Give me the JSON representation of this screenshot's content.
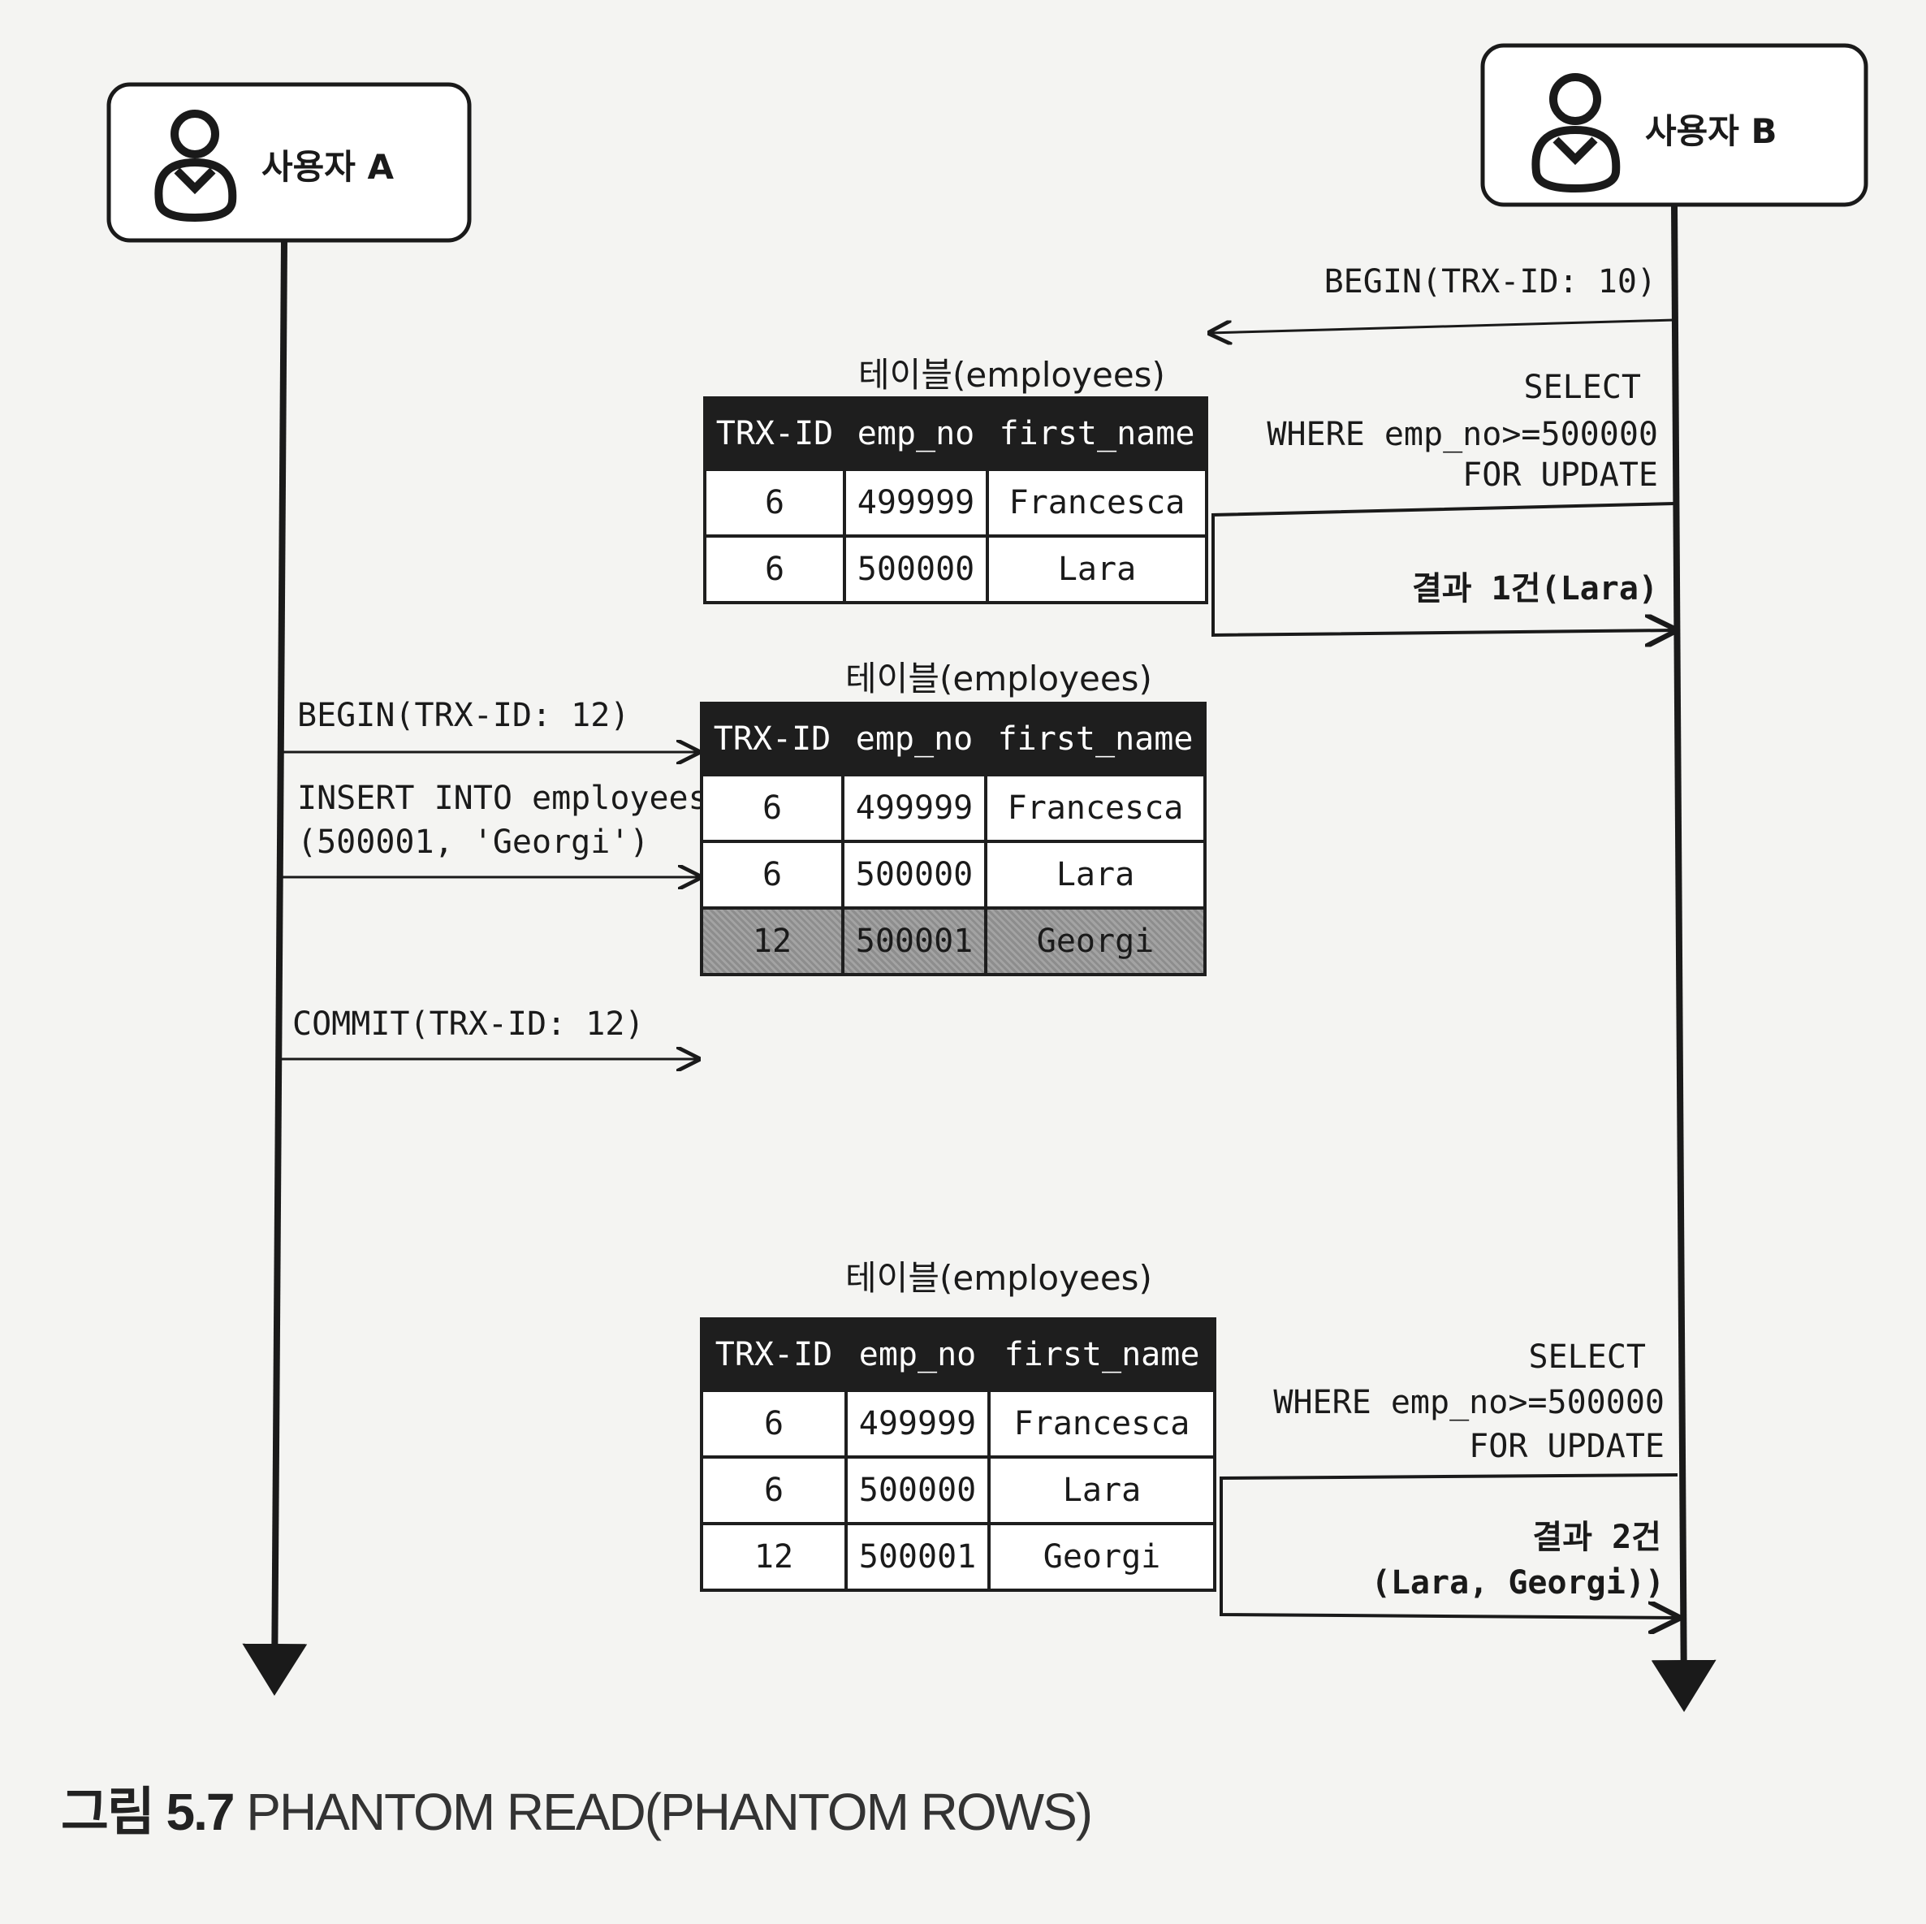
{
  "users": {
    "a": {
      "name": "사용자 A"
    },
    "b": {
      "name": "사용자 B"
    }
  },
  "user_b_events": {
    "begin": "BEGIN(TRX-ID: 10)",
    "select1": [
      "SELECT",
      "WHERE emp_no>=500000",
      "FOR UPDATE"
    ],
    "result1": "결과 1건(Lara)",
    "select2": [
      "SELECT",
      "WHERE emp_no>=500000",
      "FOR UPDATE"
    ],
    "result2": [
      "결과 2건",
      "(Lara, Georgi))"
    ]
  },
  "user_a_events": {
    "begin": "BEGIN(TRX-ID: 12)",
    "insert": [
      "INSERT INTO employees",
      "(500001, 'Georgi')"
    ],
    "commit": "COMMIT(TRX-ID: 12)"
  },
  "tables": [
    {
      "caption": "테이블(employees)",
      "columns": [
        "TRX-ID",
        "emp_no",
        "first_name"
      ],
      "rows": [
        [
          "6",
          "499999",
          "Francesca"
        ],
        [
          "6",
          "500000",
          "Lara"
        ]
      ],
      "highlighted_row": null
    },
    {
      "caption": "테이블(employees)",
      "columns": [
        "TRX-ID",
        "emp_no",
        "first_name"
      ],
      "rows": [
        [
          "6",
          "499999",
          "Francesca"
        ],
        [
          "6",
          "500000",
          "Lara"
        ],
        [
          "12",
          "500001",
          "Georgi"
        ]
      ],
      "highlighted_row": 2
    },
    {
      "caption": "테이블(employees)",
      "columns": [
        "TRX-ID",
        "emp_no",
        "first_name"
      ],
      "rows": [
        [
          "6",
          "499999",
          "Francesca"
        ],
        [
          "6",
          "500000",
          "Lara"
        ],
        [
          "12",
          "500001",
          "Georgi"
        ]
      ],
      "highlighted_row": null
    }
  ],
  "figure": {
    "number": "그림 5.7",
    "title": "PHANTOM READ(PHANTOM ROWS)"
  },
  "colors": {
    "ink": "#1a1a1a",
    "header_fill": "#1e1e1e",
    "highlight_fill": "#999999"
  }
}
